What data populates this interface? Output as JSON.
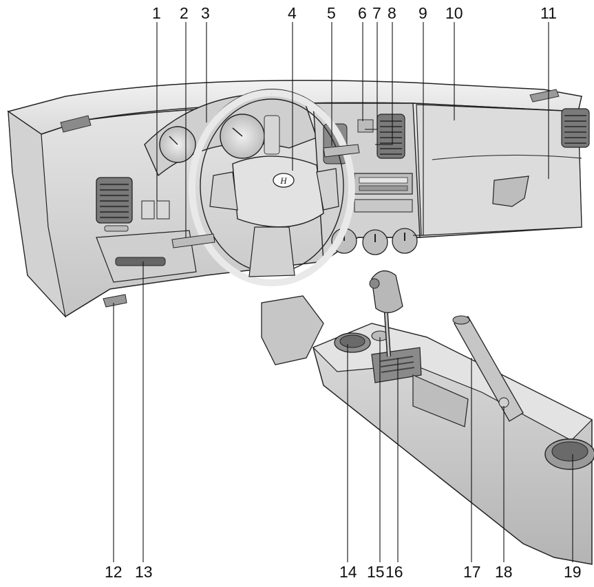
{
  "callouts": {
    "top": [
      "1",
      "2",
      "3",
      "4",
      "5",
      "6",
      "7",
      "8",
      "9",
      "10",
      "11"
    ],
    "bottom": [
      "12",
      "13",
      "14",
      "15",
      "16",
      "17",
      "18",
      "19"
    ]
  },
  "emblem": "H",
  "colors": {
    "line": "#222222",
    "panel_light": "#e4e4e4",
    "panel_mid": "#c9c9c9",
    "panel_dark": "#9a9a9a",
    "vent": "#5a5a5a"
  }
}
